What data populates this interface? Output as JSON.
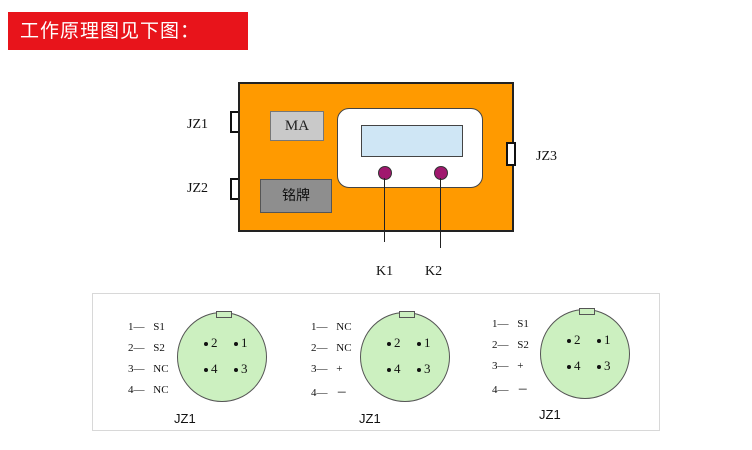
{
  "banner": {
    "title": "工作原理图见下图："
  },
  "device": {
    "ma_label": "MA",
    "nameplate_label": "铭牌",
    "jz1": "JZ1",
    "jz2": "JZ2",
    "jz3": "JZ3",
    "k1": "K1",
    "k2": "K2"
  },
  "colors": {
    "banner": "#e8141b",
    "device": "#ff9a00",
    "knob": "#a0186e",
    "connector_face": "#ccf0c0",
    "screen": "#cfe6f5"
  },
  "connectors": [
    {
      "pins": [
        {
          "num": "1—",
          "sig": "S1"
        },
        {
          "num": "2—",
          "sig": "S2"
        },
        {
          "num": "3—",
          "sig": "NC"
        },
        {
          "num": "4—",
          "sig": "NC"
        }
      ],
      "pin_labels": {
        "p1": "1",
        "p2": "2",
        "p3": "3",
        "p4": "4"
      },
      "caption": "JZ1"
    },
    {
      "pins": [
        {
          "num": "1—",
          "sig": "NC"
        },
        {
          "num": "2—",
          "sig": "NC"
        },
        {
          "num": "3—",
          "sig": "+"
        },
        {
          "num": "4—",
          "sig": "－"
        }
      ],
      "pin_labels": {
        "p1": "1",
        "p2": "2",
        "p3": "3",
        "p4": "4"
      },
      "caption": "JZ1"
    },
    {
      "pins": [
        {
          "num": "1—",
          "sig": "S1"
        },
        {
          "num": "2—",
          "sig": "S2"
        },
        {
          "num": "3—",
          "sig": "+"
        },
        {
          "num": "4—",
          "sig": "－"
        }
      ],
      "pin_labels": {
        "p1": "1",
        "p2": "2",
        "p3": "3",
        "p4": "4"
      },
      "caption": "JZ1"
    }
  ]
}
